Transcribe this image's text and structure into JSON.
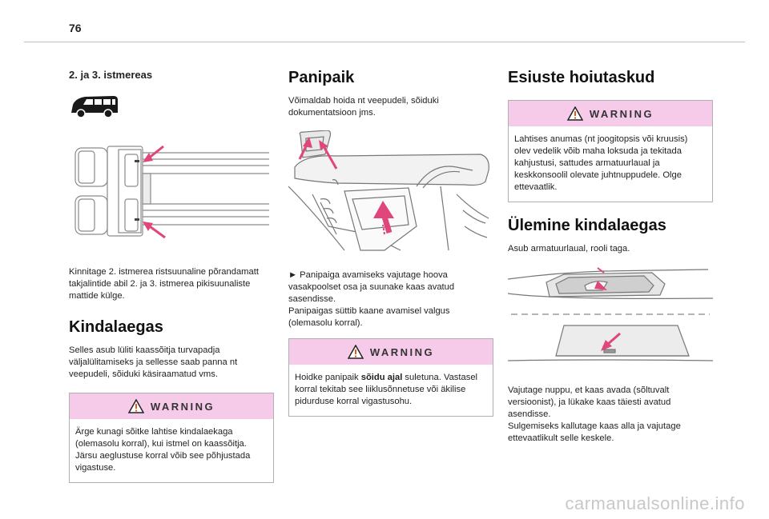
{
  "page_number": "76",
  "col1": {
    "heading": "2. ja 3. istmereas",
    "body": "Kinnitage 2. istmerea ristsuunaline põrandamatt takjalintide abil 2. ja 3. istmerea pikisuunaliste mattide külge.",
    "section_title": "Kindalaegas",
    "section_body": "Selles asub lüliti kaassõitja turvapadja väljalülitamiseks ja sellesse saab panna nt veepudeli, sõiduki käsiraamatud vms.",
    "warning": {
      "title": "WARNING",
      "body": "Ärge kunagi sõitke lahtise kindalaekaga (olemasolu korral), kui istmel on kaassõitja. Järsu aeglustuse korral võib see põhjustada vigastuse."
    }
  },
  "col2": {
    "section_title": "Panipaik",
    "intro": "Võimaldab hoida nt veepudeli, sõiduki dokumentatsioon jms.",
    "step": "►  Panipaiga avamiseks vajutage hoova vasakpoolset osa ja suunake kaas avatud sasendisse.",
    "note": "Panipaigas süttib kaane avamisel valgus (olemasolu korral).",
    "warning": {
      "title": "WARNING",
      "body_pre": "Hoidke panipaik ",
      "body_bold": "sõidu ajal",
      "body_post": " suletuna. Vastasel korral tekitab see liiklusõnnetuse või äkilise pidurduse korral vigastusohu."
    }
  },
  "col3": {
    "section_title": "Esiuste hoiutaskud",
    "warning": {
      "title": "WARNING",
      "body": "Lahtises anumas (nt joogitopsis või kruusis) olev vedelik võib maha loksuda ja tekitada kahjustusi, sattudes armatuurlaual ja keskkonsoolil olevate juhtnuppudele. Olge ettevaatlik."
    },
    "section2_title": "Ülemine kindalaegas",
    "section2_intro": "Asub armatuurlaual, rooli taga.",
    "step": "Vajutage nuppu, et kaas avada (sõltuvalt versioonist), ja lükake kaas täiesti avatud asendisse.",
    "close": "Sulgemiseks kallutage kaas alla ja vajutage ettevaatlikult selle keskele."
  },
  "watermark": "carmanualsonline.info",
  "colors": {
    "warning_header": "#f6cbe9",
    "arrow": "#e0457b"
  },
  "icons": [
    "van-icon",
    "warning-icon"
  ]
}
